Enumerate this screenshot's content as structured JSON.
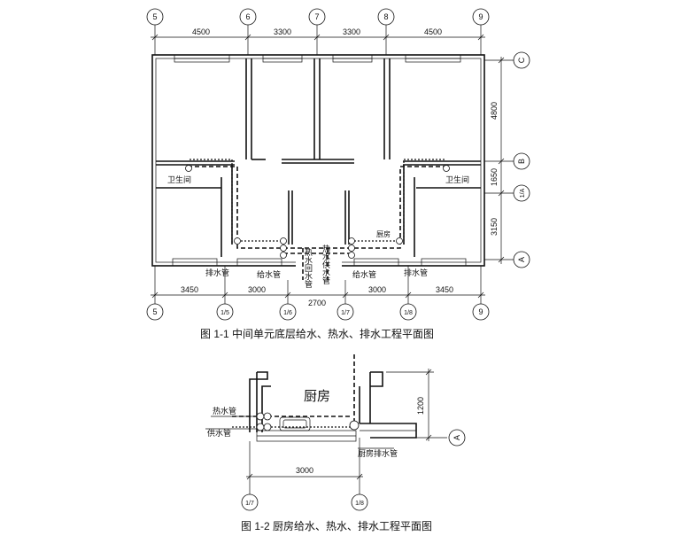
{
  "plan1": {
    "caption": "图 1-1 中间单元底层给水、热水、排水工程平面图",
    "top_axes": [
      "5",
      "6",
      "7",
      "8",
      "9"
    ],
    "top_dims": [
      "4500",
      "3300",
      "3300",
      "4500"
    ],
    "right_axes": [
      "C",
      "B",
      "1/A",
      "A"
    ],
    "right_dims": [
      "4800",
      "1650",
      "3150"
    ],
    "bottom_axes": [
      "5",
      "1/5",
      "1/6",
      "1/7",
      "1/8",
      "9"
    ],
    "bottom_dims": [
      "3450",
      "3000",
      "2700",
      "3000",
      "3450"
    ],
    "labels": {
      "bath_left": "卫生间",
      "bath_right": "卫生间",
      "kitchen": "厨房",
      "drain_left": "排水管",
      "supply_left": "给水管",
      "hot_return": "热水回水管",
      "hot_supply": "热水供水管",
      "supply_right": "给水管",
      "drain_right": "排水管"
    }
  },
  "plan2": {
    "caption": "图 1-2 厨房给水、热水、排水工程平面图",
    "kitchen": "厨房",
    "hot_pipe": "热水管",
    "supply_pipe": "供水管",
    "drain_pipe": "厨房排水管",
    "dim_width": "3000",
    "dim_height": "1200",
    "axis_a": "A",
    "axis_left": "1/7",
    "axis_right": "1/8"
  }
}
